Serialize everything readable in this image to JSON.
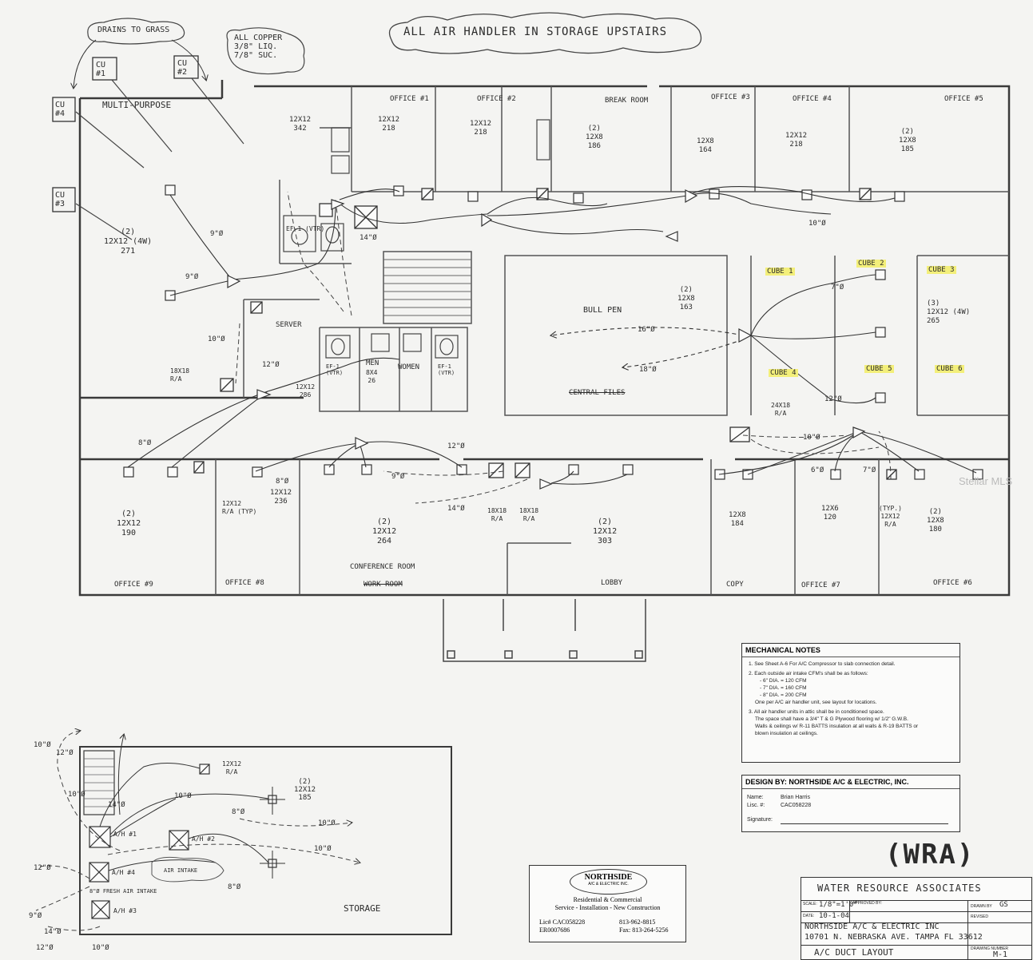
{
  "header_note": "ALL AIR HANDLER IN STORAGE UPSTAIRS",
  "drains_note": "DRAINS TO GRASS",
  "copper_note": [
    "ALL COPPER",
    "3/8\" LIQ.",
    "7/8\" SUC."
  ],
  "condensers": [
    "CU #1",
    "CU #2",
    "CU #3",
    "CU #4"
  ],
  "rooms": {
    "multi_purpose": "MULTI-PURPOSE",
    "office1": "OFFICE #1",
    "office2": "OFFICE #2",
    "break_room": "BREAK ROOM",
    "office3": "OFFICE #3",
    "office4": "OFFICE #4",
    "office5": "OFFICE #5",
    "server": "SERVER",
    "men": "MEN",
    "women": "WOMEN",
    "bull_pen": "BULL PEN",
    "central_files": "CENTRAL FILES",
    "cube1": "CUBE 1",
    "cube2": "CUBE 2",
    "cube3": "CUBE 3",
    "cube4": "CUBE 4",
    "cube5": "CUBE 5",
    "cube6": "CUBE 6",
    "office9": "OFFICE #9",
    "office8": "OFFICE #8",
    "conference": "CONFERENCE ROOM",
    "work_room": "WORK ROOM",
    "lobby": "LOBBY",
    "copy": "COPY",
    "office7": "OFFICE #7",
    "office6": "OFFICE #6",
    "storage": "STORAGE"
  },
  "annotations": {
    "mp": [
      "(2)",
      "12X12 (4W)",
      "271"
    ],
    "o1": [
      "12X12",
      "218"
    ],
    "o2": [
      "12X12",
      "218"
    ],
    "br": [
      "(2)",
      "12X8",
      "186"
    ],
    "o3": [
      "12X8",
      "164"
    ],
    "o4": [
      "12X12",
      "218"
    ],
    "o5": [
      "(2)",
      "12X8",
      "185"
    ],
    "bath": [
      "12X12",
      "342"
    ],
    "bp": [
      "(2)",
      "12X8",
      "163"
    ],
    "cube": [
      "(3)",
      "12X12 (4W)",
      "265"
    ],
    "o9": [
      "(2)",
      "12X12",
      "190"
    ],
    "o8": [
      "12X12",
      "236"
    ],
    "conf": [
      "(2)",
      "12X12",
      "264"
    ],
    "lobby": [
      "(2)",
      "12X12",
      "303"
    ],
    "copy": [
      "12X8",
      "184"
    ],
    "o7": [
      "12X6",
      "120"
    ],
    "o6": [
      "(2)",
      "12X8",
      "180"
    ],
    "men": [
      "8X4",
      "26"
    ],
    "server": [
      "12X12",
      "286"
    ],
    "ef_left": "EF-1 (VTR)",
    "ef_mid": "EF-1 (VTR)",
    "ef_right": "EF-1 (VTR)",
    "ra_24": [
      "24X18",
      "R/A"
    ],
    "ra_18a": [
      "18X18",
      "R/A"
    ],
    "ra_18b": [
      "18X18",
      "R/A"
    ],
    "ra_18c": [
      "18X18",
      "R/A"
    ],
    "ra_typ": [
      "(TYP.)",
      "12X12",
      "R/A"
    ],
    "ra_typ2": [
      "12X12",
      "R/A (TYP)"
    ],
    "storage_ra": [
      "12X12",
      "R/A"
    ],
    "storage_sup": [
      "(2)",
      "12X12",
      "185"
    ]
  },
  "ducts": [
    "9\"Ø",
    "9\"Ø",
    "10\"Ø",
    "12\"Ø",
    "14\"Ø",
    "16\"Ø",
    "18\"Ø",
    "8\"Ø",
    "7\"Ø",
    "10\"Ø",
    "12\"Ø",
    "14\"Ø",
    "9\"Ø",
    "12\"Ø",
    "10\"Ø",
    "7\"Ø",
    "6\"Ø",
    "8\"Ø"
  ],
  "storage": {
    "ah1": "A/H #1",
    "ah2": "A/H #2",
    "ah3": "A/H #3",
    "ah4": "A/H #4",
    "fresh": "8\"Ø FRESH AIR INTAKE",
    "fresh2": "AIR INTAKE",
    "ducts": [
      "10\"Ø",
      "12\"Ø",
      "10\"Ø",
      "14\"Ø",
      "10\"Ø",
      "8\"Ø",
      "10\"Ø",
      "8\"Ø",
      "10\"Ø",
      "12\"Ø",
      "9\"Ø",
      "14\"Ø",
      "12\"Ø",
      "10\"Ø"
    ]
  },
  "mechanical_notes": {
    "title": "MECHANICAL NOTES",
    "items": [
      "1.  See Sheet A-6 For A/C Compressor to slab connection detail.",
      "2.  Each outside air intake CFM's shall be as follows:",
      "- 6\" DIA. = 120 CFM",
      "- 7\" DIA. = 160 CFM",
      "- 8\" DIA. = 200 CFM",
      "One per A/C air handler unit, see layout for locations.",
      "3.  All air handler units in attic shall be in conditioned space.",
      "The space shall have a 3/4\" T & G Plywood flooring w/ 1/2\" G.W.B.",
      "Walls & ceilings w/ R-11 BATTS insulation at all walls & R-19 BATTS or",
      "blown insulation at ceilings."
    ]
  },
  "design_by": {
    "title": "DESIGN BY:  NORTHSIDE A/C & ELECTRIC, INC.",
    "name_label": "Name:",
    "name": "Brian Harris",
    "lisc_label": "Lisc. #:",
    "lisc": "CAC058228",
    "sig_label": "Signature:"
  },
  "stamp": "(WRA)",
  "logo": {
    "name": "NORTHSIDE",
    "sub": "A/C & ELECTRIC INC.",
    "line1": "Residential & Commercial",
    "line2": "Service - Installation - New Construction",
    "lic1": "Lic# CAC058228",
    "lic2": "ER0007686",
    "ph1": "813-962-8815",
    "ph2": "Fax: 813-264-5256"
  },
  "title_block": {
    "client": "WATER RESOURCE ASSOCIATES",
    "scale_label": "SCALE:",
    "scale": "1/8\"=1'0\"",
    "approved_label": "APPROVED BY:",
    "drawn_label": "DRAWN BY",
    "drawn": "GS",
    "date_label": "DATE:",
    "date": "10-1-04",
    "revised_label": "REVISED",
    "company": "NORTHSIDE A/C & ELECTRIC INC",
    "address": "10701 N. NEBRASKA AVE. TAMPA FL 33612",
    "sheet_title": "A/C DUCT LAYOUT",
    "drawing_label": "DRAWING NUMBER",
    "drawing": "M-1"
  },
  "watermark": "Stellar MLS"
}
